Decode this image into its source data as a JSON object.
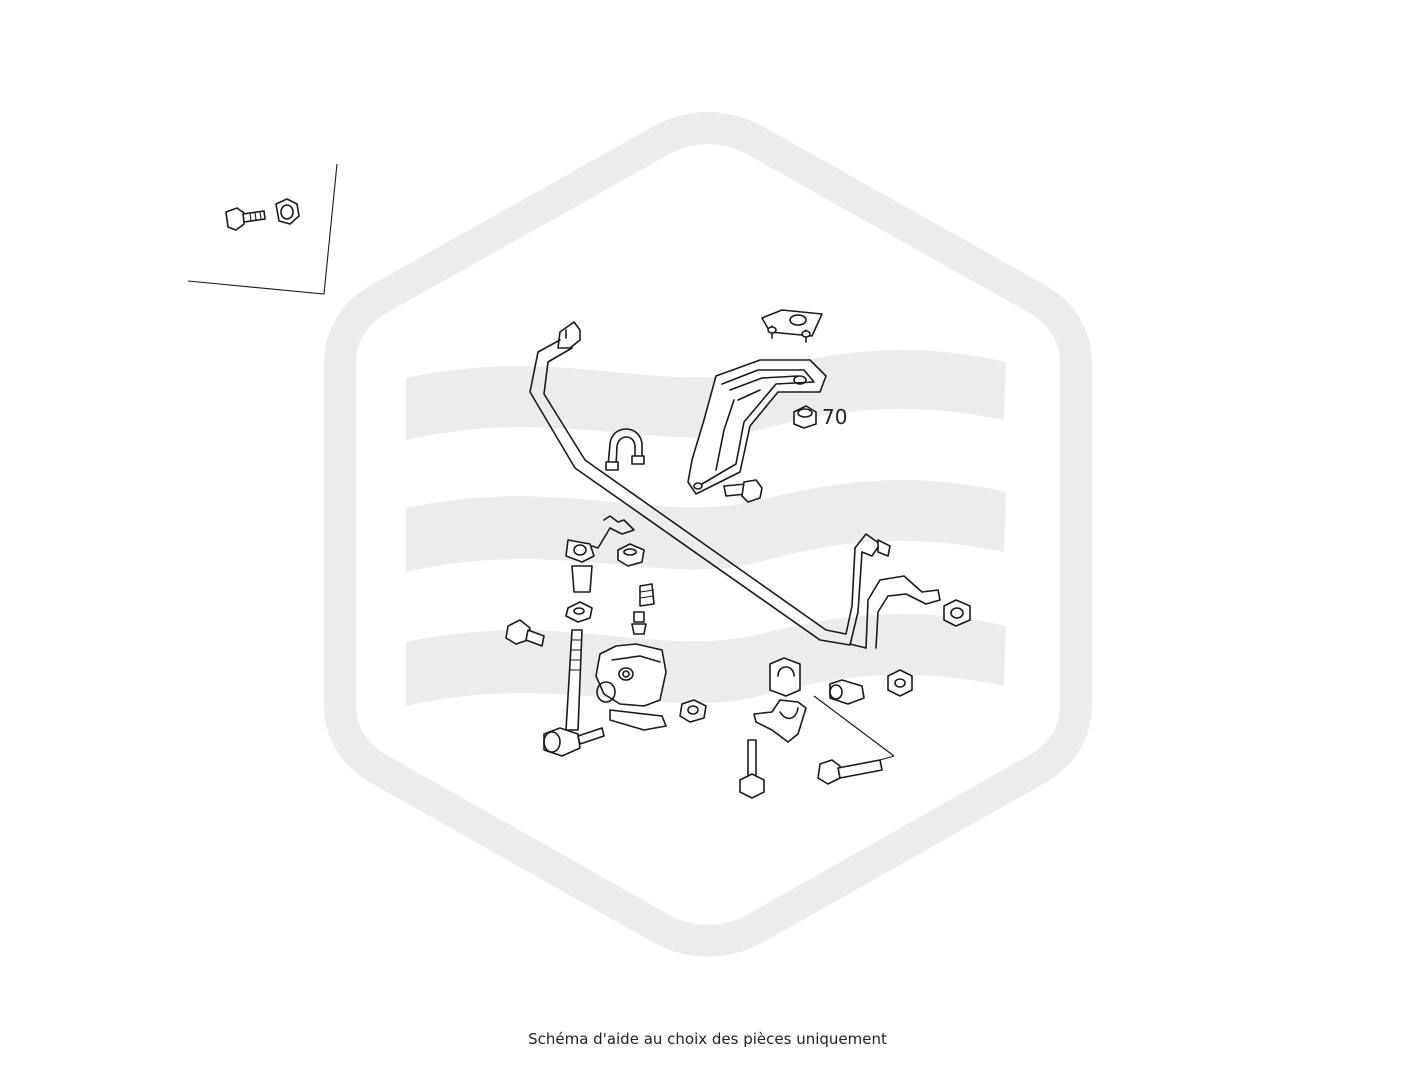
{
  "diagram": {
    "part_labels": [
      {
        "id": "70",
        "text": "70"
      }
    ],
    "watermark": {
      "shape": "hexagon-with-waves",
      "color": "#ececec"
    },
    "line_color": "#1a1a1a",
    "background": "#ffffff"
  },
  "footer": {
    "caption": "Schéma d'aide au choix des pièces uniquement"
  }
}
